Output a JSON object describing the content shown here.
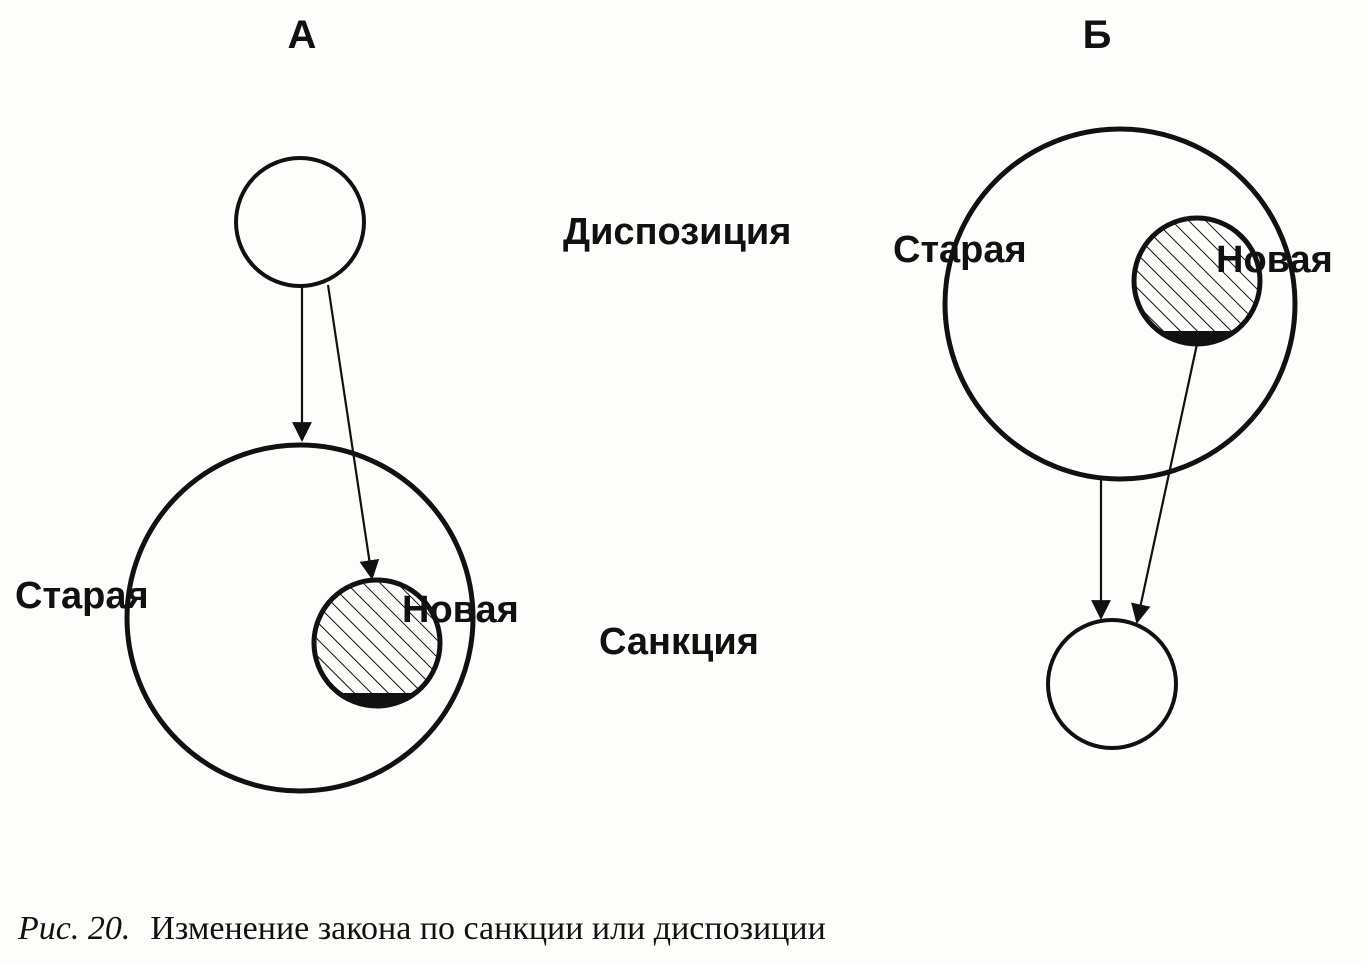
{
  "figure": {
    "panel_a_title": "А",
    "panel_b_title": "Б",
    "center_labels": {
      "disposition": "Диспозиция",
      "sanction": "Санкция"
    },
    "panel_a": {
      "old_label": "Старая",
      "new_label": "Новая"
    },
    "panel_b": {
      "old_label": "Старая",
      "new_label": "Новая"
    },
    "caption": {
      "number": "Рис. 20.",
      "text": "Изменение закона по санкции или диспозиции"
    },
    "colors": {
      "ink": "#111111",
      "paper": "#fdfdfb"
    }
  }
}
